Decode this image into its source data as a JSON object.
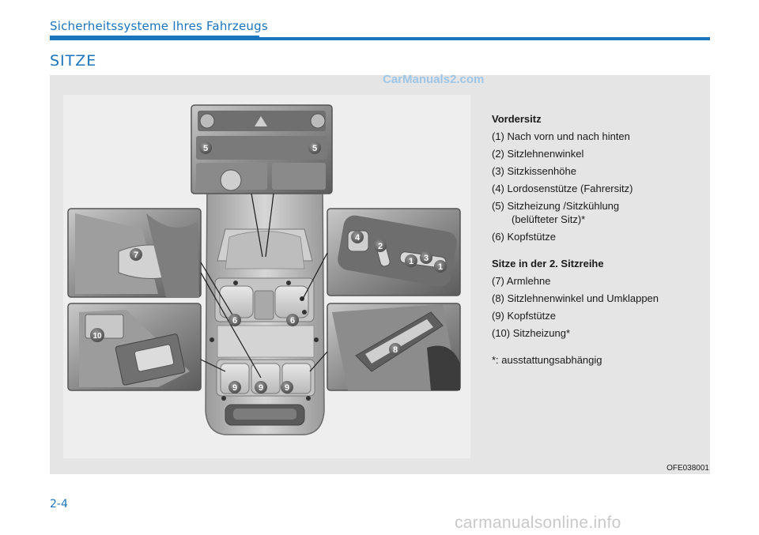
{
  "header": {
    "section": "Sicherheitssysteme Ihres Fahrzeugs",
    "title": "SITZE"
  },
  "figure": {
    "watermark": "CarManuals2.com",
    "code": "OFE038001",
    "callouts": {
      "c5": "5",
      "c4": "4",
      "c2": "2",
      "c1": "1",
      "c3": "3",
      "c6": "6",
      "c7": "7",
      "c8": "8",
      "c9": "9",
      "c10": "10"
    }
  },
  "legend": {
    "front_heading": "Vordersitz",
    "front_items": [
      "(1) Nach vorn und nach hinten",
      "(2) Sitzlehnenwinkel",
      "(3) Sitzkissenhöhe",
      "(4) Lordosenstütze (Fahrersitz)",
      "(5) Sitzheizung /Sitzkühlung",
      "(belüfteter Sitz)*",
      "(6) Kopfstütze"
    ],
    "rear_heading": "Sitze in der 2. Sitzreihe",
    "rear_items": [
      "(7) Armlehne",
      "(8) Sitzlehnenwinkel und Umklappen",
      "(9) Kopfstütze",
      "(10) Sitzheizung*"
    ],
    "note": "*: ausstattungsabhängig"
  },
  "footer": {
    "page_number": "2-4",
    "watermark": "carmanualsonline.info"
  }
}
